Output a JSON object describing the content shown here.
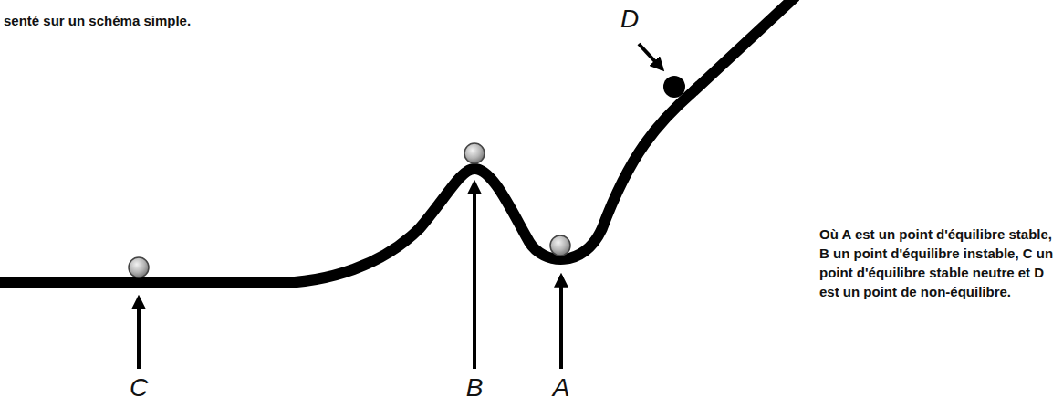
{
  "diagram": {
    "labels": [
      "senté sur un schéma simple.",
      "D",
      "C",
      "B",
      "A",
      "Où A est un point d'équilibre stable, B un point d'équilibre instable, C un point d'équilibre stable neutre et D est un point de non-équilibre."
    ]
  }
}
